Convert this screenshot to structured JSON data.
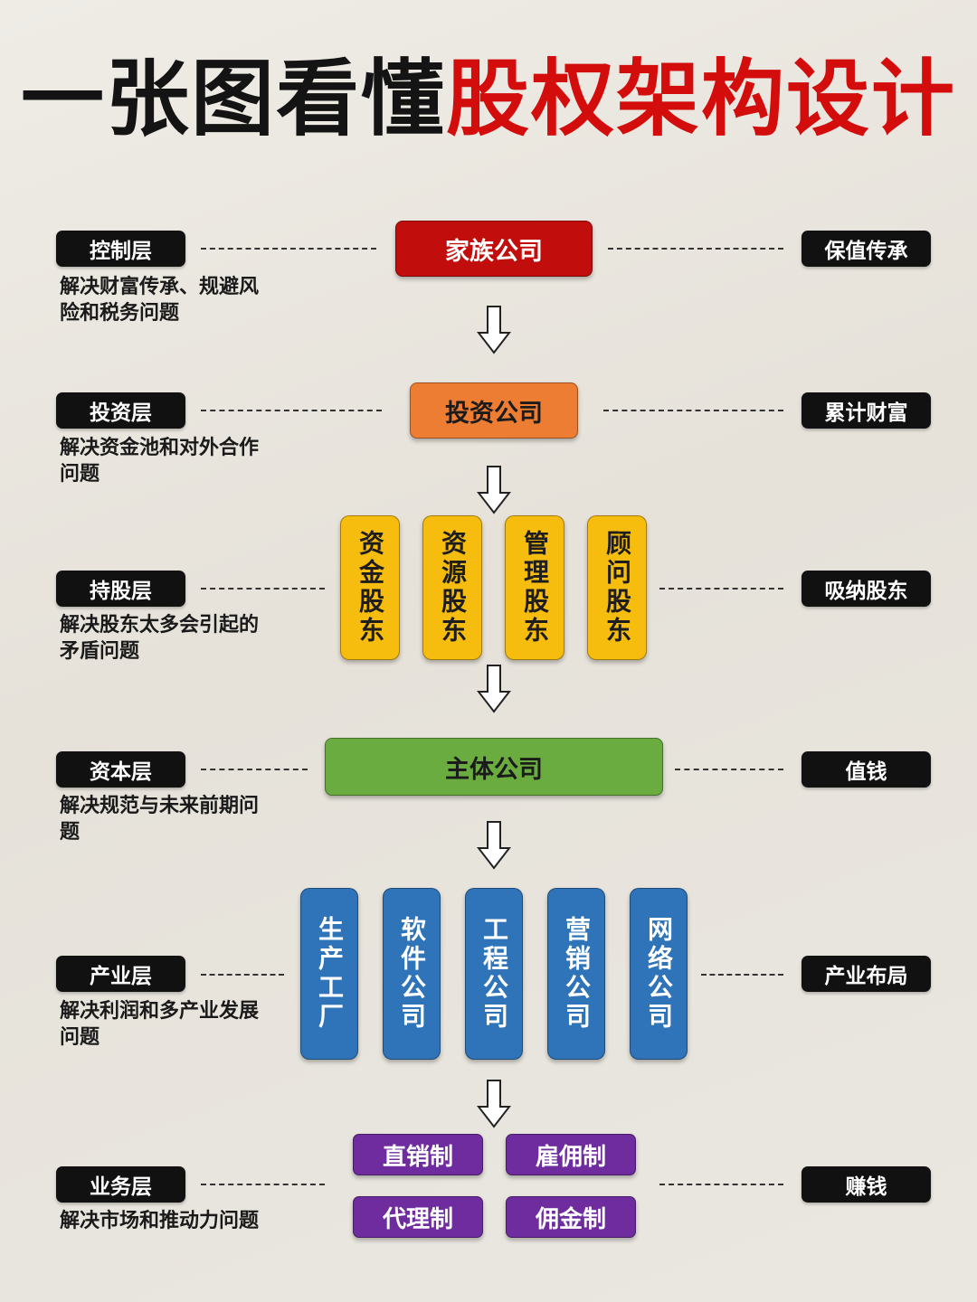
{
  "title": {
    "part1": "一张图看懂",
    "part2": "股权架构设计"
  },
  "colors": {
    "red": "#c20d0d",
    "orange": "#ee7d34",
    "yellow": "#f7bd0e",
    "green": "#6aac3f",
    "blue": "#2f73b8",
    "purple": "#6e2c9e",
    "black": "#111111"
  },
  "layers": [
    {
      "label": "控制层",
      "desc": "解决财富传承、规避风险和税务问题",
      "right": "保值传承"
    },
    {
      "label": "投资层",
      "desc": "解决资金池和对外合作问题",
      "right": "累计财富"
    },
    {
      "label": "持股层",
      "desc": "解决股东太多会引起的矛盾问题",
      "right": "吸纳股东"
    },
    {
      "label": "资本层",
      "desc": "解决规范与未来前期问题",
      "right": "值钱"
    },
    {
      "label": "产业层",
      "desc": "解决利润和多产业发展问题",
      "right": "产业布局"
    },
    {
      "label": "业务层",
      "desc": "解决市场和推动力问题",
      "right": "赚钱"
    }
  ],
  "nodes": {
    "family": "家族公司",
    "investment": "投资公司",
    "holders": [
      "资金股东",
      "资源股东",
      "管理股东",
      "顾问股东"
    ],
    "main": "主体公司",
    "industries": [
      "生产工厂",
      "软件公司",
      "工程公司",
      "营销公司",
      "网络公司"
    ],
    "business": [
      "直销制",
      "雇佣制",
      "代理制",
      "佣金制"
    ]
  }
}
